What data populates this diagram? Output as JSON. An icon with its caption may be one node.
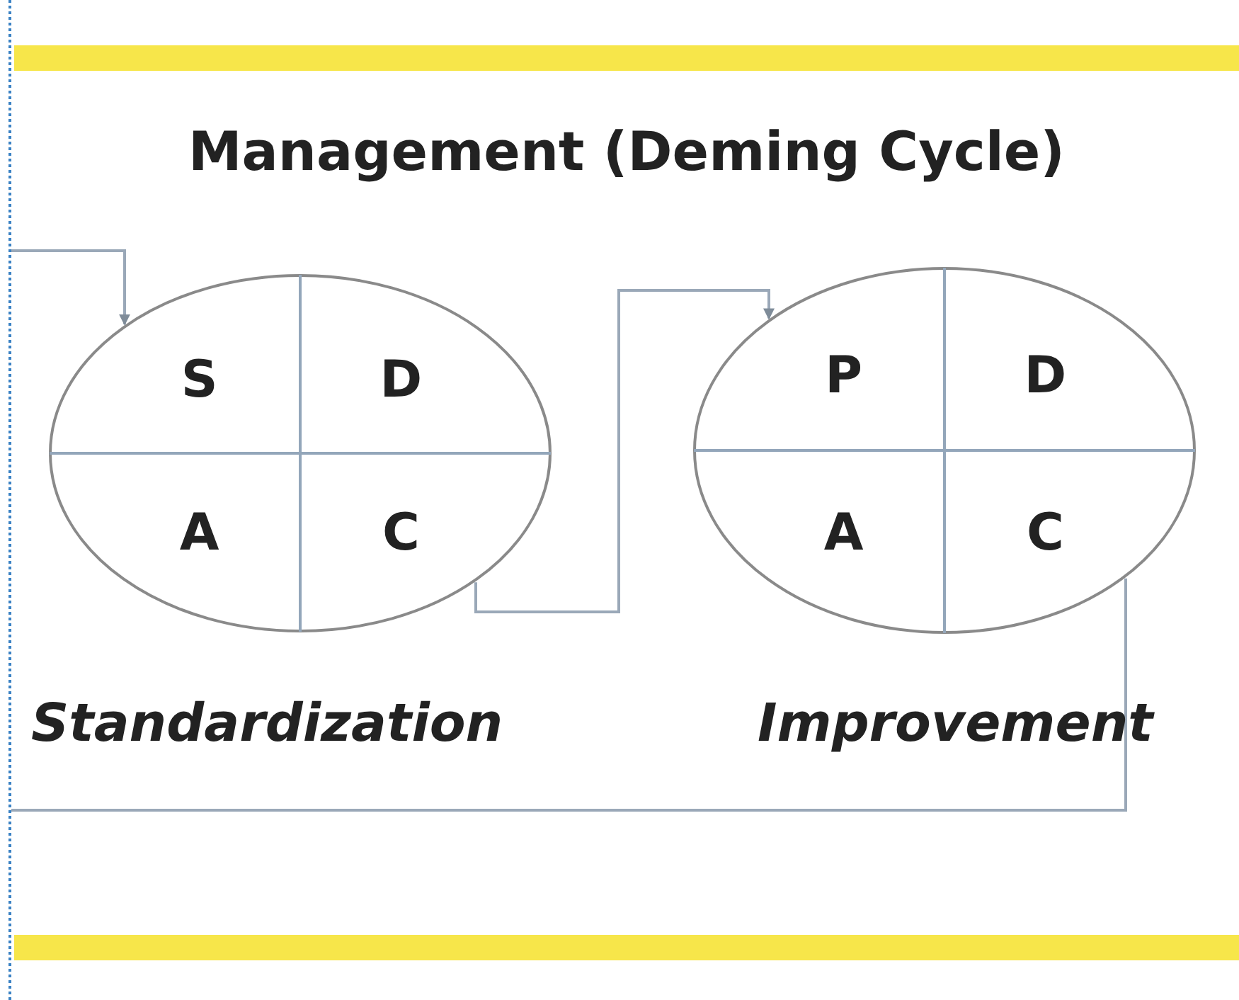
{
  "diagram": {
    "title": "Management (Deming Cycle)",
    "nodes": [
      {
        "text": [
          "S",
          "D",
          "A",
          "C"
        ],
        "beside": [
          "Standardization"
        ]
      },
      {
        "text": [
          "P",
          "D",
          "A",
          "C"
        ],
        "beside": [
          "Improvement"
        ]
      }
    ],
    "edges": [
      {
        "from": null,
        "to": 0,
        "arrow": "to"
      },
      {
        "from": 0,
        "to": 1,
        "arrow": "to"
      },
      {
        "from": 1,
        "to": null,
        "arrow": "none"
      }
    ]
  }
}
